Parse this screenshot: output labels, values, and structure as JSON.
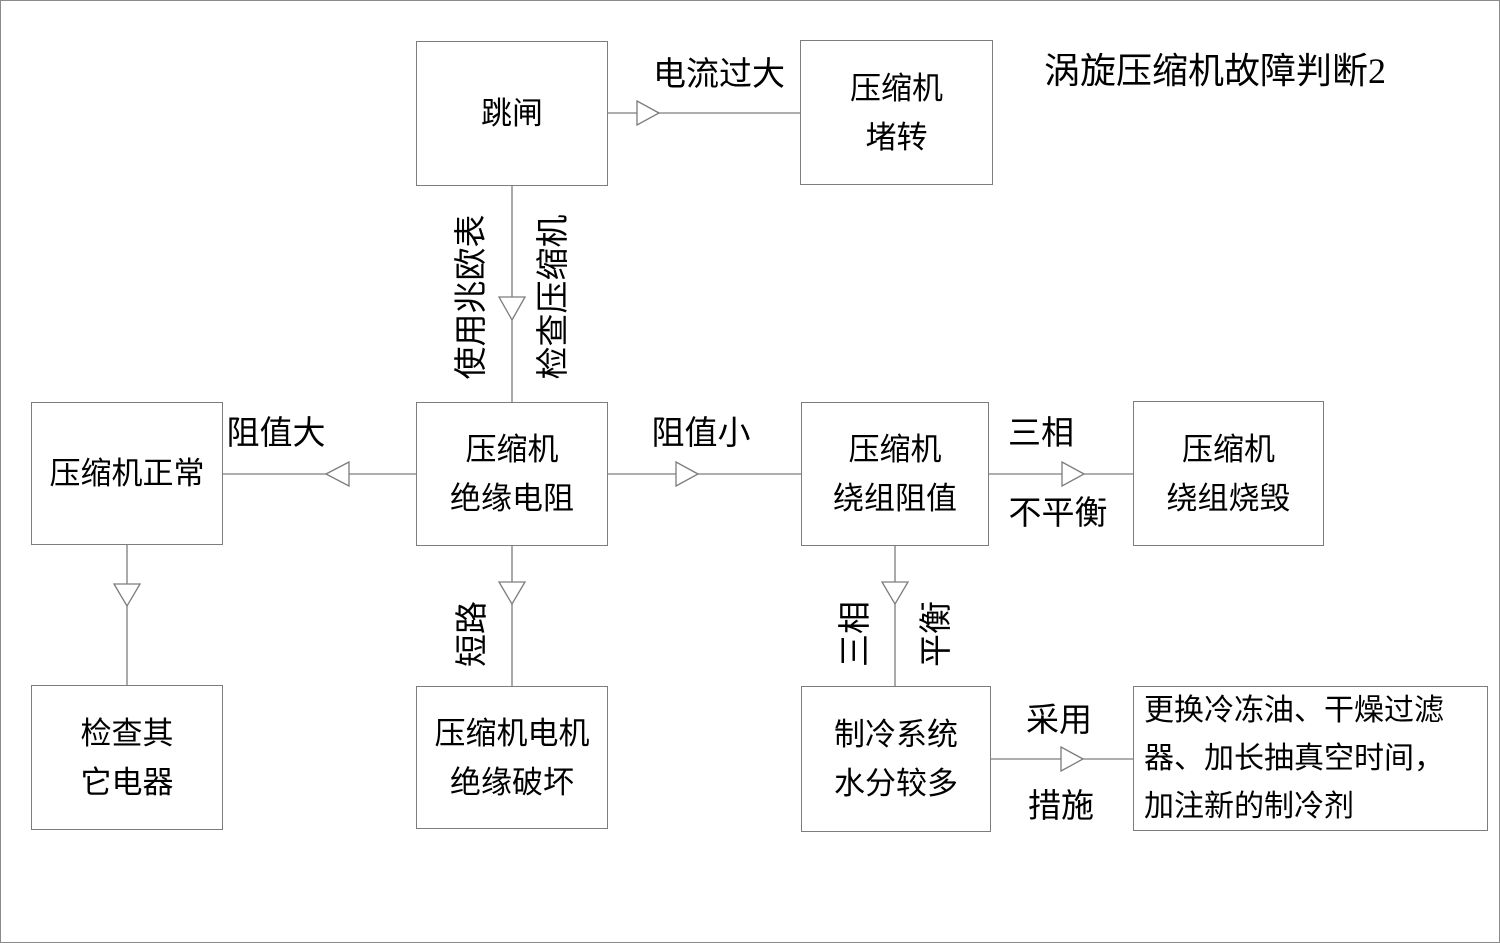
{
  "title": "涡旋压缩机故障判断2",
  "colors": {
    "line": "#7d7d7d",
    "text": "#000000",
    "background": "#ffffff"
  },
  "nodes": {
    "trip": {
      "label": "跳闸"
    },
    "stall": {
      "label": "压缩机\n堵转"
    },
    "normal": {
      "label": "压缩机正常"
    },
    "insulation": {
      "label": "压缩机\n绝缘电阻"
    },
    "winding_resistance": {
      "label": "压缩机\n绕组阻值"
    },
    "winding_burned": {
      "label": "压缩机\n绕组烧毁"
    },
    "check_other": {
      "label": "检查其\n它电器"
    },
    "motor_insulation_damaged": {
      "label": "压缩机电机\n绝缘破坏"
    },
    "system_moisture": {
      "label": "制冷系统\n水分较多"
    },
    "remedy": {
      "label": "更换冷冻油、干燥过滤\n器、加长抽真空时间，\n加注新的制冷剂"
    }
  },
  "edge_labels": {
    "overcurrent": "电流过大",
    "use_megohmmeter": "使用兆欧表",
    "check_compressor": "检查压缩机",
    "resistance_large": "阻值大",
    "resistance_small": "阻值小",
    "three_phase_h": "三相",
    "unbalanced": "不平衡",
    "short_circuit": "短路",
    "three_phase_v": "三相",
    "balanced": "平衡",
    "adopt": "采用",
    "measures": "措施"
  }
}
